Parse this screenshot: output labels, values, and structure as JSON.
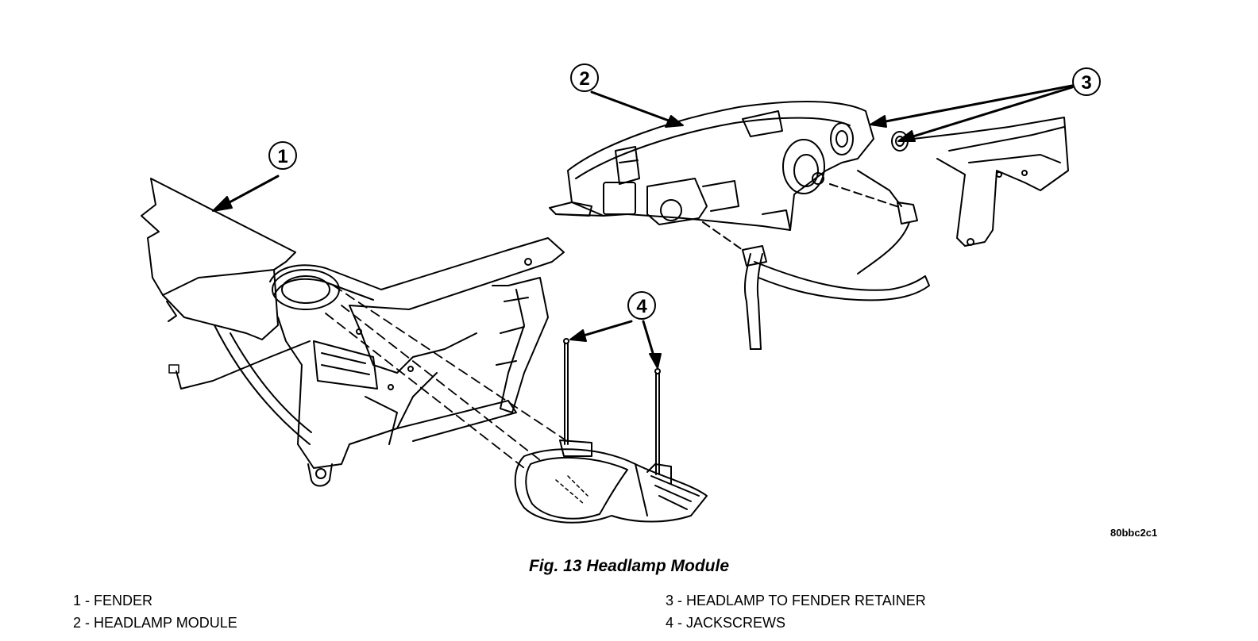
{
  "figure": {
    "caption": "Fig. 13 Headlamp Module",
    "image_code": "80bbc2c1"
  },
  "callouts": [
    "1",
    "2",
    "3",
    "4"
  ],
  "legend": {
    "left": [
      "1 - FENDER",
      "2 - HEADLAMP MODULE"
    ],
    "right": [
      "3 - HEADLAMP TO FENDER RETAINER",
      "4 - JACKSCREWS"
    ]
  },
  "colors": {
    "ink": "#000000",
    "paper": "#ffffff"
  }
}
